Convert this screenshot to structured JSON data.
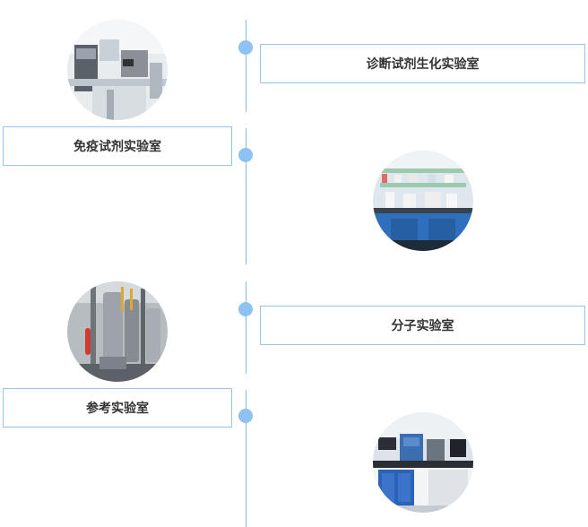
{
  "labs": [
    {
      "name": "诊断试剂生化实验室",
      "image_icon": "lab-photo-icon"
    },
    {
      "name": "免疫试剂实验室",
      "image_icon": "lab-photo-icon"
    },
    {
      "name": "分子实验室",
      "image_icon": "lab-photo-icon"
    },
    {
      "name": "参考实验室",
      "image_icon": "lab-photo-icon"
    }
  ],
  "colors": {
    "timeline": "#8fb8ea",
    "dot": "#8ec1f4",
    "border": "#9cc3ea",
    "text": "#333333"
  }
}
